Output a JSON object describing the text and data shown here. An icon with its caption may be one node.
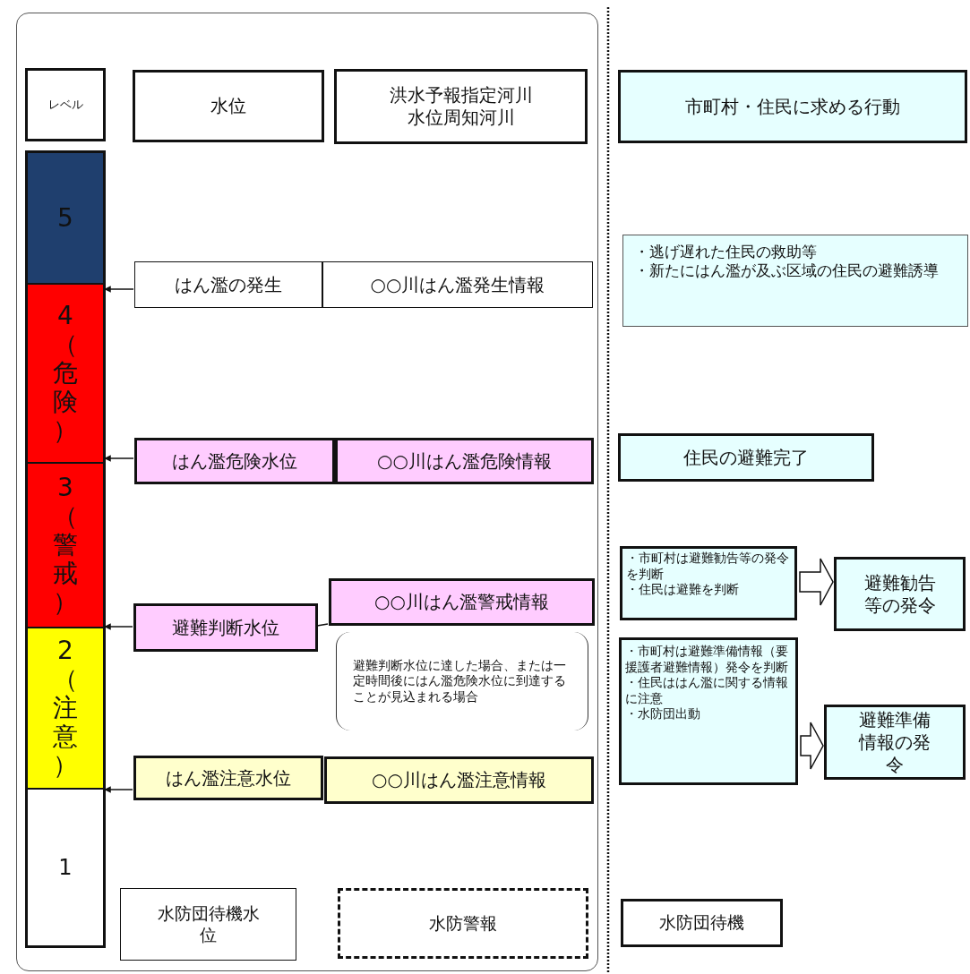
{
  "diagram": {
    "nodes": [
      {
        "text": [],
        "shape": "box"
      },
      {
        "text": [
          "レベル"
        ],
        "in": 0
      },
      {
        "text": [
          "水位"
        ],
        "in": 0
      },
      {
        "text": [
          "洪水予報指定河川水位周知河川"
        ],
        "in": 0
      },
      {
        "text": [
          "市町村・住民に求める行動"
        ]
      },
      {
        "text": [
          "5"
        ],
        "in": 0
      },
      {
        "text": [
          "4（危険）"
        ],
        "in": 0
      },
      {
        "text": [
          "3（警戒）"
        ],
        "in": 0
      },
      {
        "text": [
          "2（注意）"
        ],
        "in": 0
      },
      {
        "text": [
          "1"
        ],
        "in": 0
      },
      {
        "text": [
          "はん濫の発生"
        ],
        "in": 0
      },
      {
        "text": [
          "○○川はん濫発生情報"
        ],
        "in": 0
      },
      {
        "text": [
          "・逃げ遅れた住民の救助等",
          "・新たにはん濫が及ぶ区域の住民の避難誘導"
        ]
      },
      {
        "text": [
          "はん濫危険水位"
        ],
        "in": 0
      },
      {
        "text": [
          "○○川はん濫危険情報"
        ],
        "in": 0
      },
      {
        "text": [
          "住民の避難完了"
        ]
      },
      {
        "text": [
          "○○川はん濫警戒情報"
        ],
        "in": 0
      },
      {
        "text": [
          "避難判断水位"
        ],
        "in": 0
      },
      {
        "text": [
          "避難判断水位に達した場合、または一定時間後にはん濫危険水位に到達することが見込まれる場合"
        ],
        "in": 0
      },
      {
        "text": [
          "・市町村は避難勧告等の発令を判断",
          "・住民は避難を判断"
        ]
      },
      {
        "text": [
          "避難勧告等の発令"
        ]
      },
      {
        "text": [
          "・市町村は避難準備情報（要援護者避難情報）発令を判断",
          "・住民ははん濫に関する情報に注意",
          "・水防団出動"
        ]
      },
      {
        "text": [
          "避難準備情報の発令"
        ]
      },
      {
        "text": [
          "はん濫注意水位"
        ],
        "in": 0
      },
      {
        "text": [
          "○○川はん濫注意情報"
        ],
        "in": 0
      },
      {
        "text": [
          "水防団待機水位"
        ],
        "in": 0
      },
      {
        "text": [
          "水防警報"
        ],
        "in": 0
      },
      {
        "text": [
          "水防団待機"
        ]
      }
    ],
    "edges": [
      {
        "from": 10,
        "to": 6,
        "arrow": "to"
      },
      {
        "from": 13,
        "to": 6,
        "arrow": "to"
      },
      {
        "from": 17,
        "to": 8,
        "arrow": "to"
      },
      {
        "from": 23,
        "to": 9,
        "arrow": "to"
      },
      {
        "from": 17,
        "to": 16,
        "arrow": "none"
      },
      {
        "from": 19,
        "to": 20,
        "arrow": "to"
      },
      {
        "from": 21,
        "to": 22,
        "arrow": "to"
      }
    ]
  }
}
